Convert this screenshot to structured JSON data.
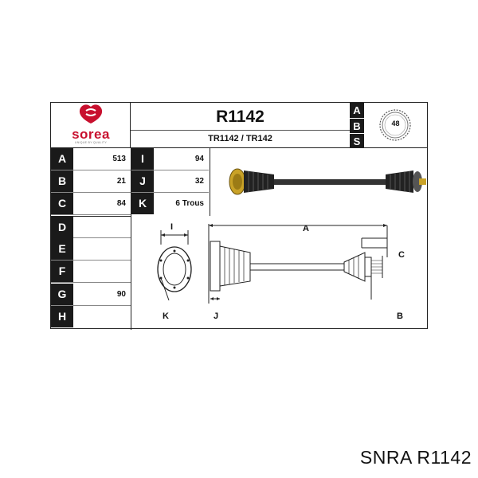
{
  "header": {
    "brand": "sorea",
    "brand_tagline": "UNIQUE BY QUALITY",
    "part_number": "R1142",
    "cross_ref": "TR1142 / TR142",
    "abs_letters": [
      "A",
      "B",
      "S"
    ],
    "abs_teeth": "48"
  },
  "specs_left": [
    {
      "letter": "A",
      "value": "513"
    },
    {
      "letter": "B",
      "value": "21"
    },
    {
      "letter": "C",
      "value": "84"
    },
    {
      "letter": "D",
      "value": ""
    },
    {
      "letter": "E",
      "value": ""
    },
    {
      "letter": "F",
      "value": ""
    },
    {
      "letter": "G",
      "value": "90"
    },
    {
      "letter": "H",
      "value": ""
    }
  ],
  "specs_right": [
    {
      "letter": "I",
      "value": "94"
    },
    {
      "letter": "J",
      "value": "32"
    },
    {
      "letter": "K",
      "value": "6 Trous"
    }
  ],
  "diagram_labels": {
    "i": "I",
    "k": "K",
    "j": "J",
    "a": "A",
    "c": "C",
    "b": "B"
  },
  "caption": "SNRA R1142",
  "colors": {
    "brand_red": "#c8102e",
    "cell_dark": "#1a1a1a",
    "shaft_gold": "#c9a227"
  }
}
